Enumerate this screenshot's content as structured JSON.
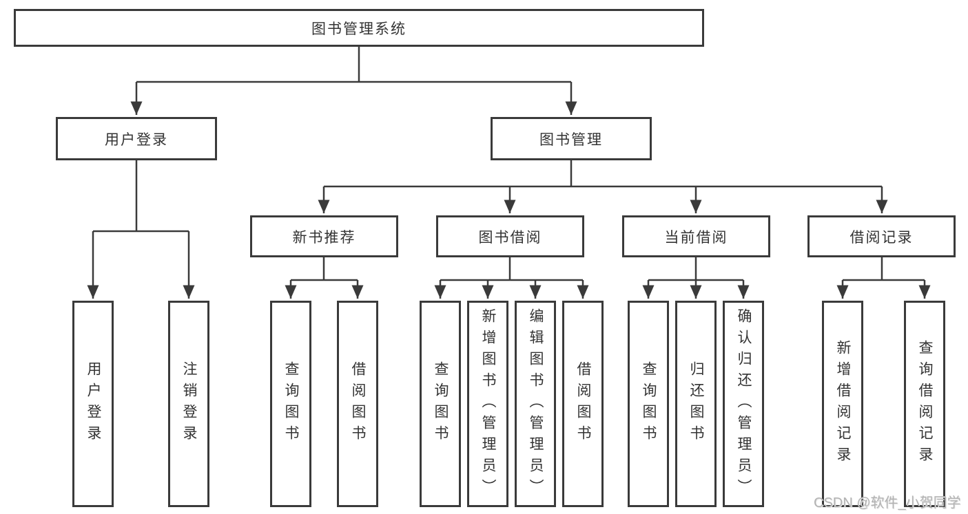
{
  "diagram": {
    "watermark": "CSDN @软件_小贺同学",
    "tree": {
      "root": {
        "label": "图书管理系统",
        "children": [
          {
            "label": "用户登录",
            "children": [
              {
                "label": "用户登录"
              },
              {
                "label": "注销登录"
              }
            ]
          },
          {
            "label": "图书管理",
            "children": [
              {
                "label": "新书推荐",
                "children": [
                  {
                    "label": "查询图书"
                  },
                  {
                    "label": "借阅图书"
                  }
                ]
              },
              {
                "label": "图书借阅",
                "children": [
                  {
                    "label": "查询图书"
                  },
                  {
                    "label": "新增图书（管理员）"
                  },
                  {
                    "label": "编辑图书（管理员）"
                  },
                  {
                    "label": "借阅图书"
                  }
                ]
              },
              {
                "label": "当前借阅",
                "children": [
                  {
                    "label": "查询图书"
                  },
                  {
                    "label": "归还图书"
                  },
                  {
                    "label": "确认归还（管理员）"
                  }
                ]
              },
              {
                "label": "借阅记录",
                "children": [
                  {
                    "label": "新增借阅记录"
                  },
                  {
                    "label": "查询借阅记录"
                  }
                ]
              }
            ]
          }
        ]
      }
    }
  }
}
